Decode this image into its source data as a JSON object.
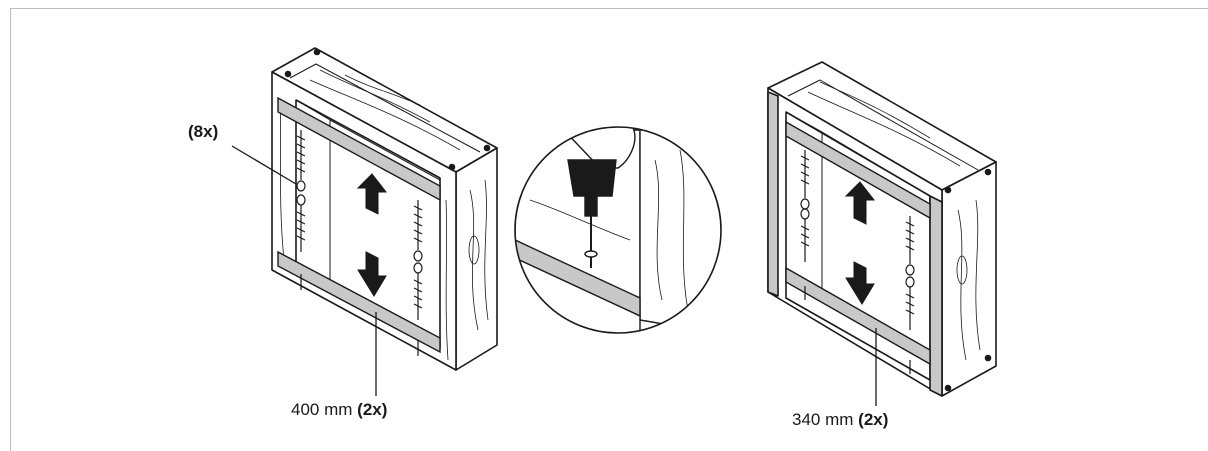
{
  "labels": {
    "screw_count": "(8x)",
    "left_rail_length": "400 mm",
    "left_rail_count": "(2x)",
    "right_rail_length": "340 mm",
    "right_rail_count": "(2x)"
  },
  "colors": {
    "line": "#1a1a1a",
    "wood_fill": "#ffffff",
    "rail_fill": "#c8c8c8",
    "arrow_fill": "#1a1a1a",
    "frame_border": "#bdbdbd"
  },
  "icons": {
    "up_arrow": "arrow-up-icon",
    "down_arrow": "arrow-down-icon",
    "drill": "drill-icon",
    "screw": "screw-icon"
  }
}
